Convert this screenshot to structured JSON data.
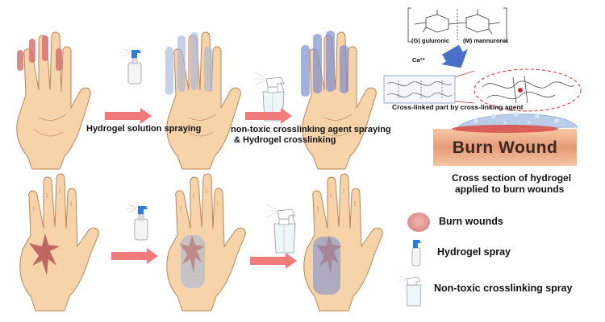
{
  "steps": {
    "spray_label": "Hydrogel solution spraying",
    "crosslink_line1": "non-toxic crosslinking agent spraying",
    "crosslink_line2": "& Hydrogel crosslinking"
  },
  "chemistry": {
    "guluronic_label": "(G) guluronic",
    "mannuronic_label": "(M) mannuronic",
    "calcium_label": "Ca²⁺",
    "crosslink_label": "Cross-linked part by cross-linking agent"
  },
  "wound": {
    "label": "Burn Wound",
    "caption_line1": "Cross section of hydrogel",
    "caption_line2": "applied to burn wounds"
  },
  "legend": {
    "burn": "Burn wounds",
    "spray": "Hydrogel spray",
    "crosslink": "Non-toxic crosslinking spray"
  },
  "colors": {
    "skin": "#f6d3a8",
    "skin_outline": "#b9865a",
    "burn": "#d77672",
    "gel": "#a9b8d9",
    "gel_dark": "#7f8fd0",
    "arrow": "#ef7b7b",
    "nozzle": "#2b7be3",
    "legend_burn": "#e39595",
    "wound_bar": "#e8a883",
    "wound_cap": "#b9cce8"
  }
}
